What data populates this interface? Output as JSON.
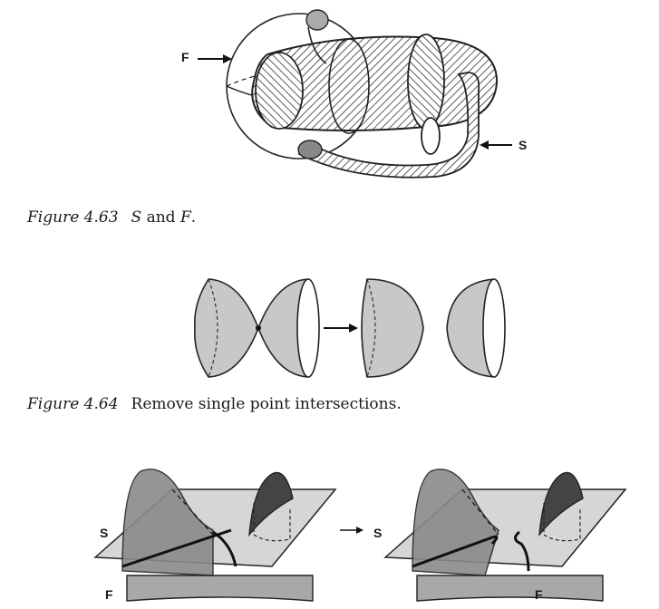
{
  "figures": [
    {
      "number": "Figure 4.63",
      "caption_parts": [
        "S",
        " and ",
        "F",
        "."
      ],
      "labels": {
        "F": "F",
        "S": "S"
      }
    },
    {
      "number": "Figure 4.64",
      "caption": "Remove single point intersections."
    },
    {
      "labels": {
        "S_left": "S",
        "F_left": "F",
        "S_right": "S",
        "F_right": "F"
      }
    }
  ]
}
